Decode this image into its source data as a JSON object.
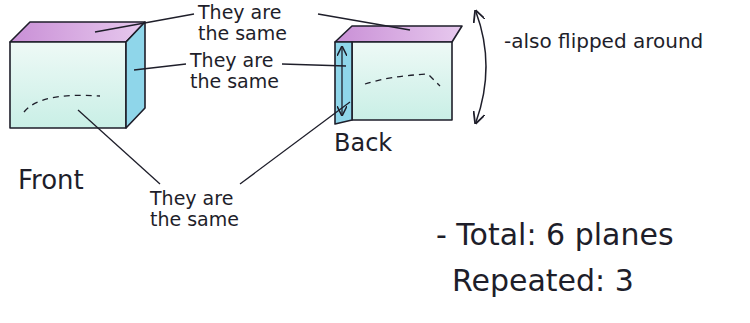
{
  "diagram": {
    "labels": [
      "They are the same",
      "They are the same",
      "They are the same",
      "Front",
      "Back",
      "-also flipped around",
      "- Total: 6 planes",
      "Repeated: 3"
    ]
  }
}
